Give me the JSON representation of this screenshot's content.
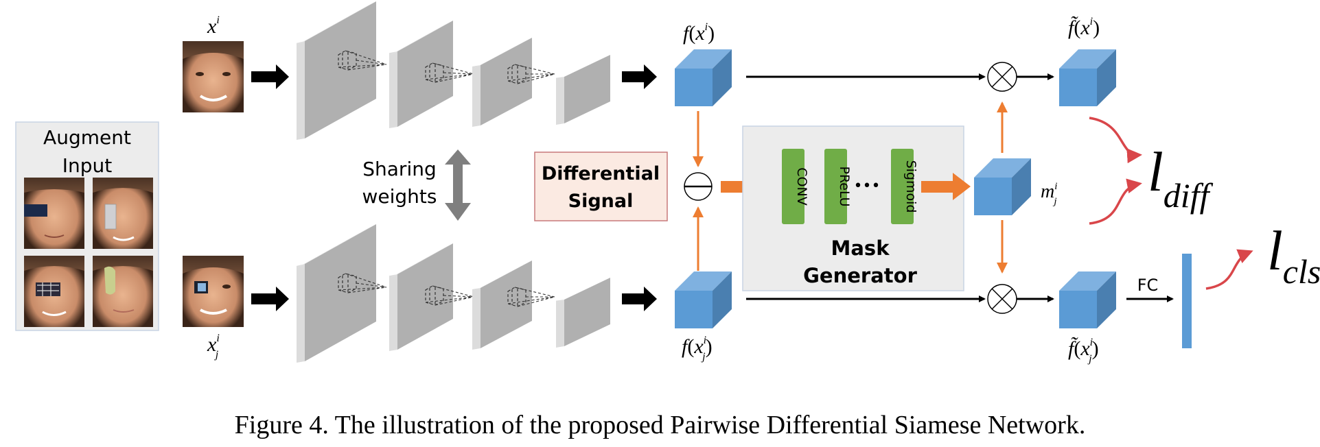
{
  "caption": "Figure 4. The illustration of the proposed Pairwise Differential Siamese Network.",
  "augment_box": {
    "title_line1": "Augment",
    "title_line2": "Input",
    "faces": [
      "occluded-face-1",
      "occluded-face-2",
      "occluded-face-3",
      "occluded-face-4"
    ]
  },
  "inputs": {
    "top_label": "x",
    "top_sup": "i",
    "bottom_label": "x",
    "bottom_sup": "i",
    "bottom_sub": "j"
  },
  "sharing": {
    "line1": "Sharing",
    "line2": "weights"
  },
  "differential_signal": {
    "line1": "Differential",
    "line2": "Signal"
  },
  "features": {
    "top": {
      "f": "f",
      "x": "x",
      "sup": "i"
    },
    "bottom": {
      "f": "f",
      "x": "x",
      "sup": "i",
      "sub": "j"
    },
    "top_masked": {
      "f": "f̃",
      "x": "x",
      "sup": "i"
    },
    "bottom_masked": {
      "f": "f̃",
      "x": "x",
      "sup": "i",
      "sub": "j"
    }
  },
  "mask_generator": {
    "title_line1": "Mask",
    "title_line2": "Generator",
    "layers": [
      "CONV",
      "PReLU",
      "Sigmoid"
    ],
    "ellipsis": "•••"
  },
  "mask": {
    "label": "m",
    "sup": "i",
    "sub": "j"
  },
  "fc_label": "FC",
  "losses": {
    "diff": {
      "l": "l",
      "sub": "diff"
    },
    "cls": {
      "l": "l",
      "sub": "cls"
    }
  },
  "operators": {
    "minus": "subtract-op",
    "multiply": "multiply-op"
  },
  "colors": {
    "cube_front": "#5b9bd5",
    "cube_top": "#7fb1e0",
    "cube_side": "#4a7fb0",
    "orange": "#ed7d31",
    "green": "#70ad47",
    "loss_arrow": "#d9464a",
    "diff_box_fill": "#fbeae2",
    "diff_box_border": "#c7797a",
    "mask_box_fill": "#ececec",
    "layer_front": "#b0b0b0",
    "layer_edge": "#dcdcdc",
    "augment_fill": "#ececec"
  }
}
